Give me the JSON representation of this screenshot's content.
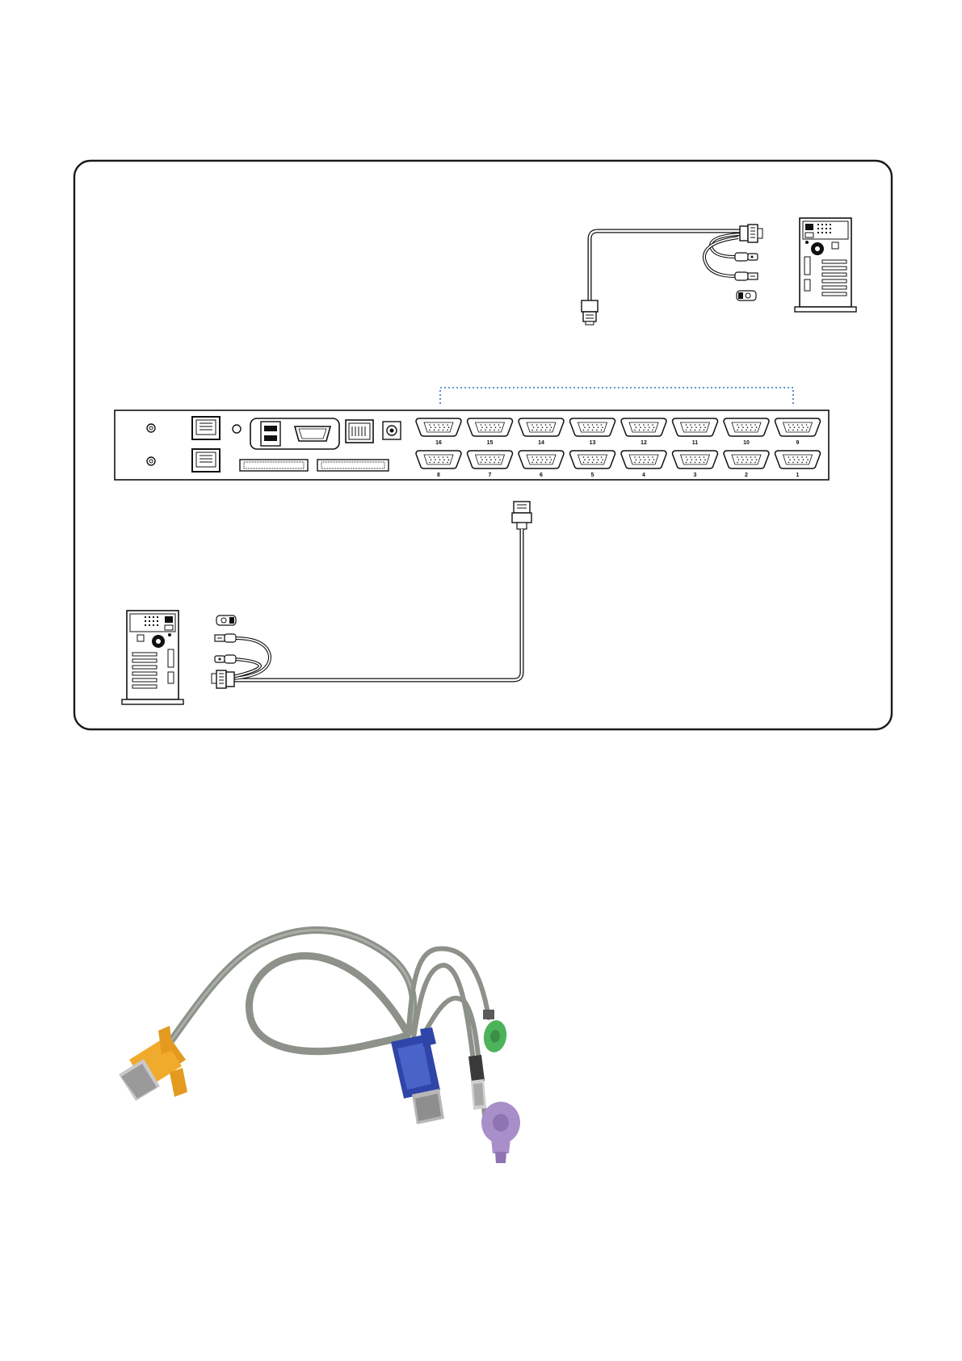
{
  "diagram": {
    "top_port_labels": [
      "16",
      "15",
      "14",
      "13",
      "12",
      "11",
      "10",
      "9"
    ],
    "bottom_port_labels": [
      "8",
      "7",
      "6",
      "5",
      "4",
      "3",
      "2",
      "1"
    ]
  },
  "photo": {
    "colors": {
      "cable": "#8c9189",
      "vga_orange": "#e39a1f",
      "vga_blue": "#2f45a8",
      "ps2_green": "#4cb35a",
      "ps2_purple": "#a98fc9",
      "usb_gray": "#bfbfbf"
    }
  }
}
